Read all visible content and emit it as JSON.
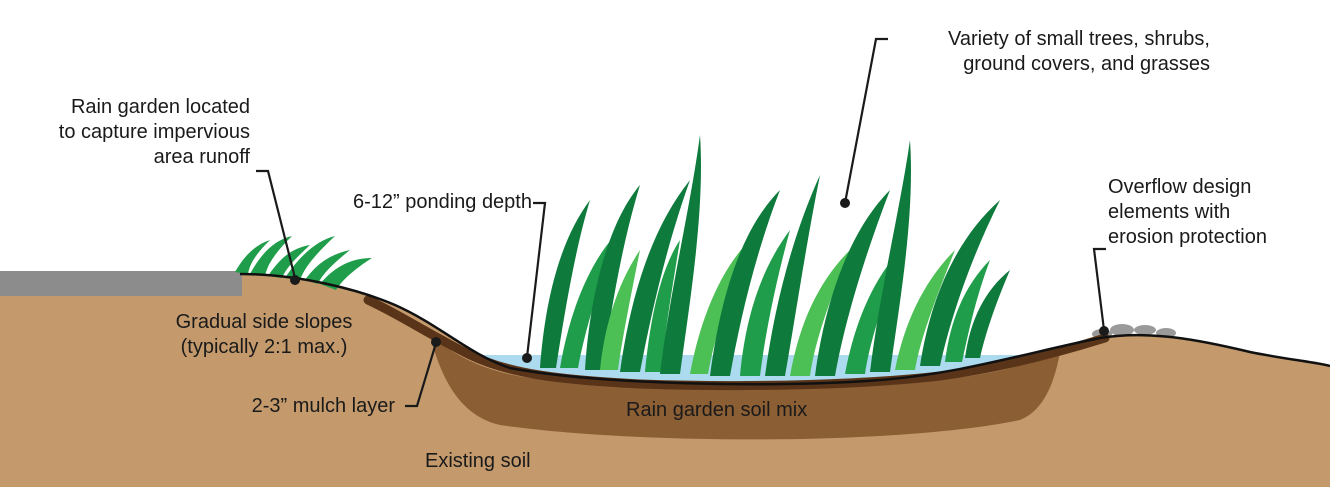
{
  "diagram": {
    "title": "",
    "labels": {
      "capture": [
        "Rain garden located",
        "to capture impervious",
        "area runoff"
      ],
      "ponding": "6-12” ponding depth",
      "plants": [
        "Variety of small trees, shrubs,",
        "ground covers, and grasses"
      ],
      "overflow": [
        "Overflow design",
        "elements with",
        "erosion protection"
      ],
      "slopes": [
        "Gradual side slopes",
        "(typically 2:1 max.)"
      ],
      "mulch": "2-3” mulch layer",
      "soil_mix": "Rain garden soil mix",
      "existing_soil": "Existing soil"
    },
    "colors": {
      "soil": "#c49a6c",
      "soil_mix": "#8b5e34",
      "mulch": "#5a3418",
      "water": "#a8d8ee",
      "pavement": "#8c8c8c",
      "grass_dark": "#0e7a3c",
      "grass_mid": "#1f9d4a",
      "grass_light": "#4cbf55",
      "leader": "#1a1a1a"
    }
  }
}
